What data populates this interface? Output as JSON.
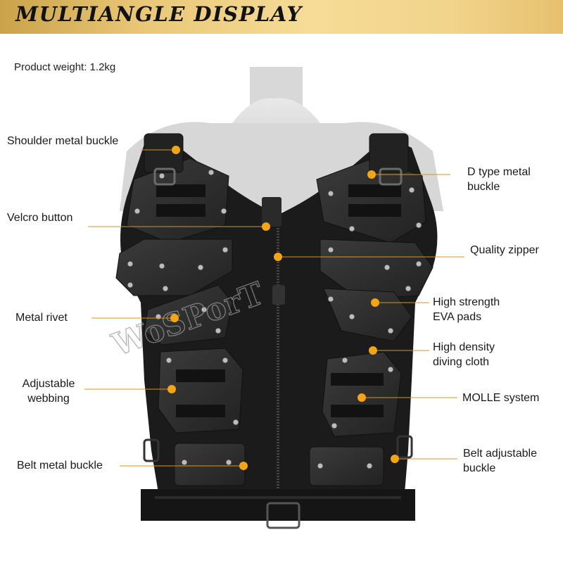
{
  "banner": {
    "title": "MULTIANGLE DISPLAY"
  },
  "product": {
    "weight": "Product weight: 1.2kg"
  },
  "callouts": {
    "shoulder_buckle": "Shoulder metal buckle",
    "d_buckle_line1": "D type metal",
    "d_buckle_line2": "buckle",
    "velcro": "Velcro button",
    "zipper": "Quality zipper",
    "eva_line1": "High strength",
    "eva_line2": "EVA pads",
    "rivet": "Metal rivet",
    "diving_line1": "High density",
    "diving_line2": "diving cloth",
    "webbing_line1": "Adjustable",
    "webbing_line2": "webbing",
    "molle": "MOLLE system",
    "belt_buckle": "Belt metal buckle",
    "belt_adj_line1": "Belt adjustable",
    "belt_adj_line2": "buckle"
  },
  "colors": {
    "accent": "#f2a516",
    "banner_gold": "#f0d088",
    "vest": "#1b1b1b",
    "pad": "#2e2e2e"
  },
  "watermark": "WoSPorT"
}
